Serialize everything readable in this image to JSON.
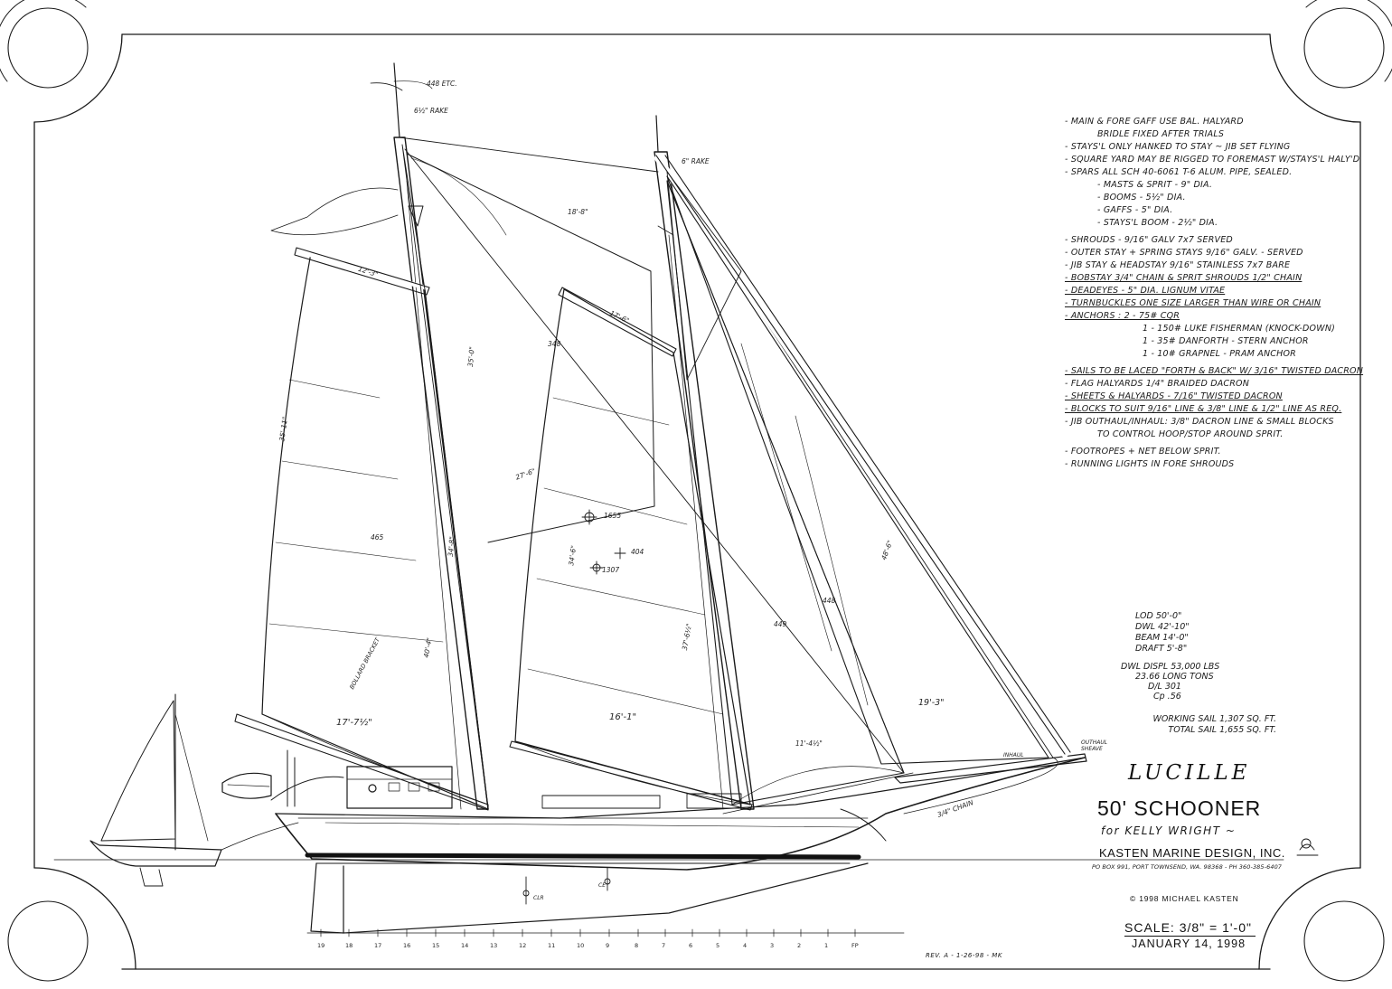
{
  "notes": [
    {
      "text": "- MAIN & FORE GAFF USE BAL. HALYARD",
      "level": 0
    },
    {
      "text": "BRIDLE FIXED AFTER TRIALS",
      "level": 1
    },
    {
      "text": "- STAYS'L ONLY HANKED TO STAY ~ JIB SET FLYING",
      "level": 0
    },
    {
      "text": "- SQUARE YARD MAY BE RIGGED TO FOREMAST W/STAYS'L HALY'D",
      "level": 0
    },
    {
      "text": "- SPARS ALL SCH 40-6061 T-6 ALUM. PIPE, SEALED.",
      "level": 0
    },
    {
      "text": "- MASTS & SPRIT - 9\" DIA.",
      "level": 1
    },
    {
      "text": "- BOOMS - 5½\" DIA.",
      "level": 1
    },
    {
      "text": "- GAFFS - 5\" DIA.",
      "level": 1
    },
    {
      "text": "- STAYS'L BOOM - 2½\" DIA.",
      "level": 1
    },
    {
      "text": "- SHROUDS - 9/16\" GALV 7x7 SERVED",
      "level": 0,
      "gap": true
    },
    {
      "text": "- OUTER STAY + SPRING STAYS 9/16\" GALV. - SERVED",
      "level": 0
    },
    {
      "text": "- JIB STAY & HEADSTAY 9/16\" STAINLESS 7x7 BARE",
      "level": 0
    },
    {
      "text": "- BOBSTAY 3/4\" CHAIN & SPRIT SHROUDS 1/2\" CHAIN",
      "level": 0,
      "ul": true
    },
    {
      "text": "- DEADEYES - 5\" DIA. LIGNUM VITAE",
      "level": 0,
      "ul": true
    },
    {
      "text": "- TURNBUCKLES ONE SIZE LARGER THAN WIRE OR CHAIN",
      "level": 0,
      "ul": true
    },
    {
      "text": "- ANCHORS : 2 - 75# CQR",
      "level": 0,
      "ul": true
    },
    {
      "text": "1 - 150# LUKE FISHERMAN (KNOCK-DOWN)",
      "level": 2
    },
    {
      "text": "1 - 35# DANFORTH - STERN ANCHOR",
      "level": 2
    },
    {
      "text": "1 - 10# GRAPNEL - PRAM ANCHOR",
      "level": 2
    },
    {
      "text": "- SAILS TO BE LACED \"FORTH & BACK\" W/ 3/16\" TWISTED DACRON",
      "level": 0,
      "ul": true,
      "gap": true
    },
    {
      "text": "- FLAG HALYARDS 1/4\" BRAIDED DACRON",
      "level": 0
    },
    {
      "text": "- SHEETS & HALYARDS - 7/16\" TWISTED DACRON",
      "level": 0,
      "ul": true
    },
    {
      "text": "- BLOCKS TO SUIT 9/16\" LINE & 3/8\" LINE & 1/2\" LINE AS REQ.",
      "level": 0,
      "ul": true
    },
    {
      "text": "- JIB OUTHAUL/INHAUL: 3/8\" DACRON LINE & SMALL BLOCKS",
      "level": 0
    },
    {
      "text": "TO CONTROL HOOP/STOP AROUND SPRIT.",
      "level": 1
    },
    {
      "text": "- FOOTROPES + NET BELOW SPRIT.",
      "level": 0,
      "gap": true
    },
    {
      "text": "- RUNNING LIGHTS IN FORE SHROUDS",
      "level": 0
    }
  ],
  "dimensions": {
    "loa": "LOD 50'-0\"",
    "dwl": "DWL 42'-10\"",
    "beam": "BEAM 14'-0\"",
    "draft": "DRAFT 5'-8\""
  },
  "displacement": {
    "dwl_displ": "DWL DISPL 53,000 LBS",
    "long_tons": "23.66 LONG TONS",
    "dl": "D/L 301",
    "cp": "Cp .56"
  },
  "sail_area": {
    "working": "WORKING SAIL 1,307 SQ. FT.",
    "total": "TOTAL SAIL 1,655 SQ. FT."
  },
  "title_block": {
    "vessel_name": "LUCILLE",
    "vessel_type": "50' SCHOONER",
    "client": "for KELLY WRIGHT ~",
    "firm": "KASTEN MARINE DESIGN, INC.",
    "address": "PO BOX 991, PORT TOWNSEND, WA. 98368 - PH 360-385-6407",
    "copyright": "© 1998 MICHAEL KASTEN",
    "scale": "SCALE: 3/8\" = 1'-0\"",
    "date": "JANUARY 14, 1998",
    "revision": "REV. A - 1-26-98 - MK"
  },
  "drawing_labels": {
    "masthead_fore": "448 ETC.",
    "rake_fore": "6½\" RAKE",
    "rake_main": "6\" RAKE",
    "topsail_head": "18'-8\"",
    "fore_mast_height": "35'-0\"",
    "fore_luff": "34'-8\"",
    "fore_leech": "40'-4\"",
    "fore_foot": "17'-7½\"",
    "fore_gaff": "12'-3\"",
    "fore_head": "35'-11\"",
    "fore_area": "465",
    "main_luff": "34'-6\"",
    "main_leech": "37'-6½\"",
    "main_foot": "16'-1\"",
    "main_gaff": "17'-6\"",
    "main_diag": "27'-6\"",
    "main_area": "404",
    "main_ce": "1655",
    "main_ce2": "1307",
    "stay_diag": "48'-6\"",
    "jib_area": "448",
    "stays_area": "449",
    "jib_foot": "19'-3\"",
    "stays_foot": "11'-4½\"",
    "topsail_area": "348",
    "bobstay": "3/4\" CHAIN",
    "outhaul": "OUTHAUL SHEAVE",
    "bowsprit": "INHAUL",
    "fore_label": "BOLLARD BRACKET",
    "sheet_label": "CLR",
    "block": "CE"
  },
  "stations": [
    "19",
    "18",
    "17",
    "16",
    "15",
    "14",
    "13",
    "12",
    "11",
    "10",
    "9",
    "8",
    "7",
    "6",
    "5",
    "4",
    "3",
    "2",
    "1",
    "FP"
  ]
}
